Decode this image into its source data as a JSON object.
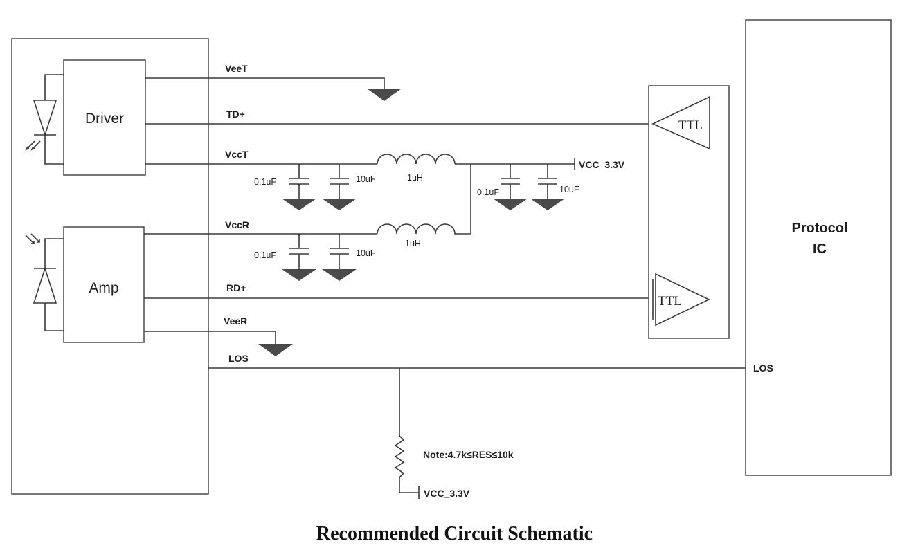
{
  "caption": "Recommended Circuit Schematic",
  "blocks": {
    "driver": "Driver",
    "amp": "Amp",
    "protocol_ic": [
      "Protocol",
      "IC"
    ]
  },
  "nets": {
    "veet": "VeeT",
    "td_plus": "TD+",
    "vcct": "VccT",
    "vccr": "VccR",
    "rd_plus": "RD+",
    "veer": "VeeR",
    "los": "LOS",
    "los_pin": "LOS",
    "vcc_supply": "VCC_3.3V",
    "vcc_pullup": "VCC_3.3V"
  },
  "components": {
    "tx_cap_small": "0.1uF",
    "tx_cap_large": "10uF",
    "tx_inductor": "1uH",
    "rx_cap_small": "0.1uF",
    "rx_cap_large": "10uF",
    "rx_inductor": "1uH",
    "supply_cap_small": "0.1uF",
    "supply_cap_large": "10uF"
  },
  "buffers": {
    "tx": "TTL",
    "rx": "TTL"
  },
  "note": "Note:4.7k≤RES≤10k"
}
